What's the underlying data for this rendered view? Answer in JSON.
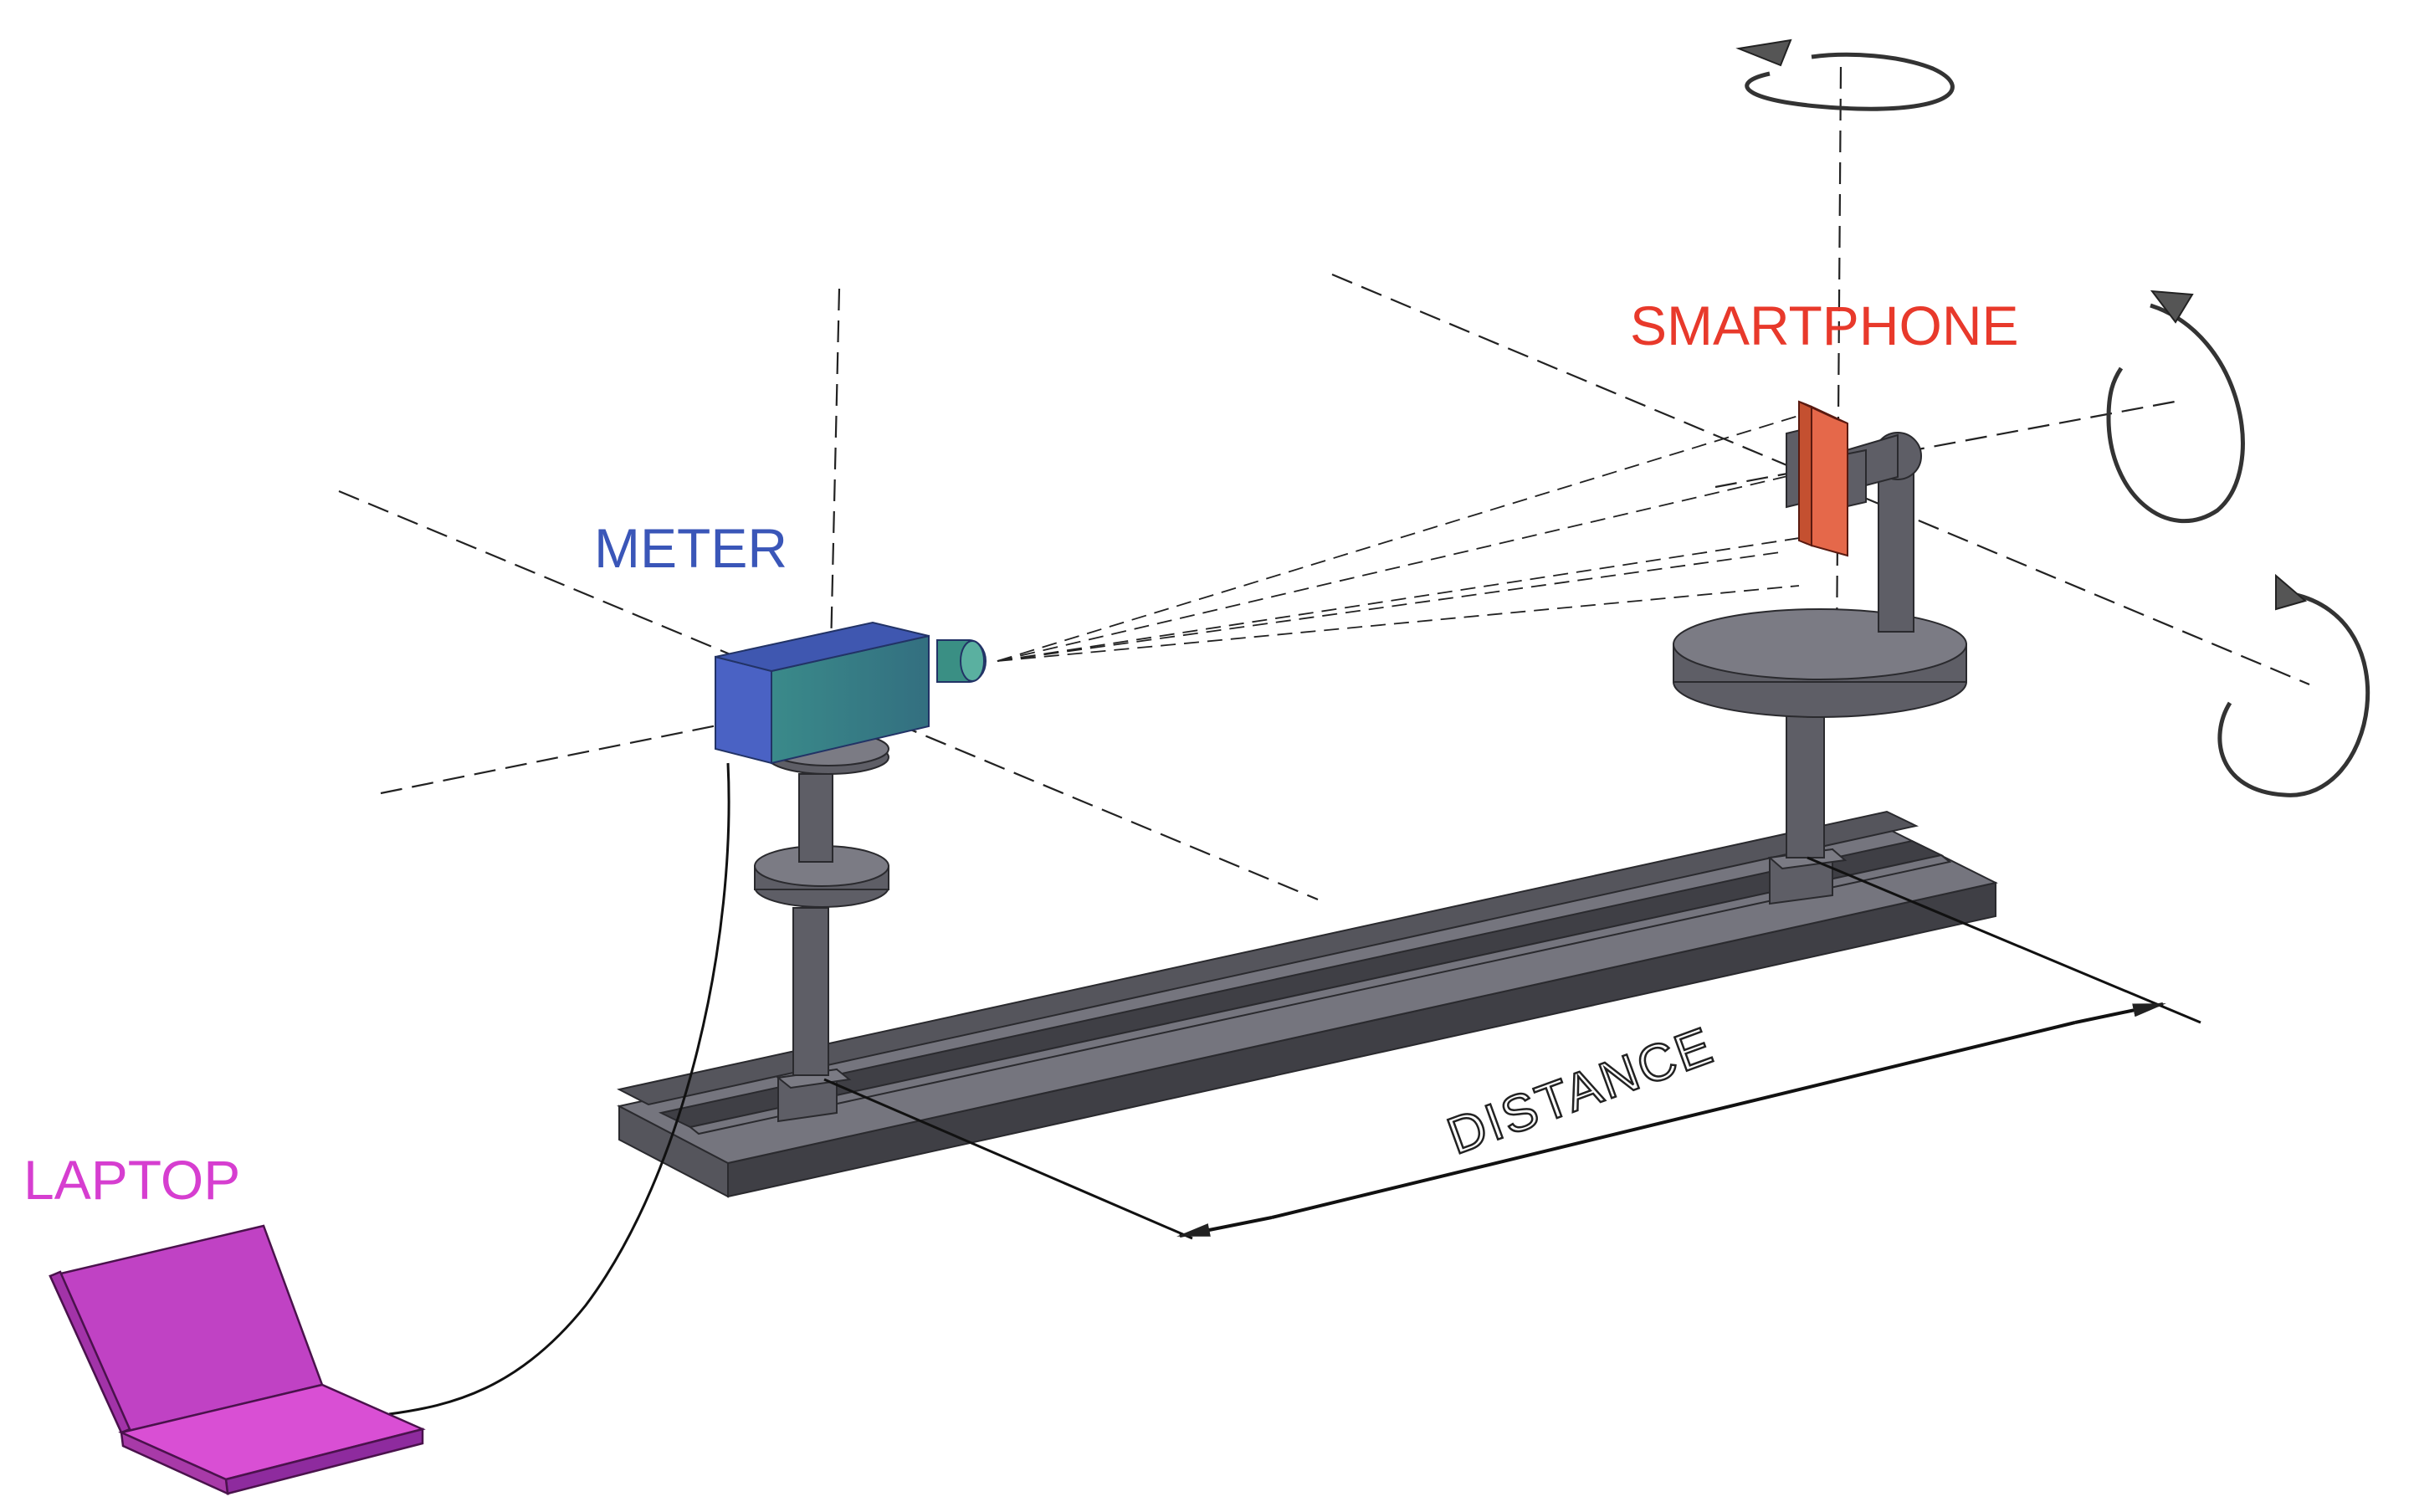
{
  "labels": {
    "meter": "METER",
    "smartphone": "SMARTPHONE",
    "laptop": "LAPTOP",
    "distance": "DISTANCE"
  },
  "colors": {
    "meter": "#3a56b8",
    "smartphone": "#e8392b",
    "laptop": "#d63ed0",
    "rail": "#6b6b73",
    "meter_body": "#3b7a80",
    "meter_face": "#4a62c4",
    "phone": "#e5684a",
    "laptop_body": "#c042c4"
  },
  "icons": [
    "rotation-arrow-icon",
    "dimension-arrow-icon"
  ]
}
